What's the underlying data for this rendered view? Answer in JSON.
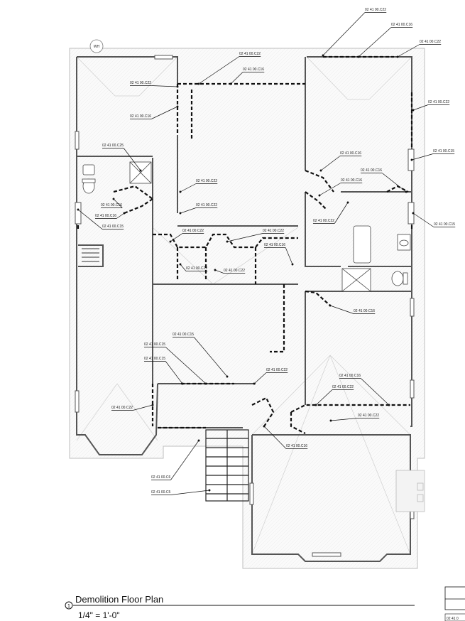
{
  "title": "Demolition Floor Plan",
  "scale": "1/4\" = 1'-0\"",
  "view_number": "1",
  "north_marker": "WH",
  "sheet_corner_label": "02 41 0",
  "keynotes": [
    "02 41 00.C22",
    "02 41 00.C16",
    "02 41 00.C22",
    "02 41 00.C22",
    "02 41 00.C16",
    "02 41 00.C22",
    "02 41 00.C16",
    "02 41 00.C22",
    "02 41 00.C15",
    "02 41 00.C25",
    "02 41 00.C22",
    "02 41 00.C22",
    "02 41 00.C16",
    "02 41 00.C16",
    "02 41 00.C16",
    "02 41 00.C22",
    "02 41 00.C15",
    "02 41 00.C15",
    "02 41 00.C16",
    "02 41 00.C16",
    "02 41 00.C22",
    "02 41 00.C22",
    "02 41 00.C16",
    "02 41 00.C22",
    "02 41 00.C22",
    "02 41 00.C16",
    "02 41 00.C15",
    "02 41 00.C15",
    "02 41 00.C15",
    "02 41 00.C22",
    "02 41 00.C16",
    "02 41 00.C22",
    "02 41 00.C22",
    "02 41 00.C22",
    "02 41 00.C16",
    "02 41 00.C6",
    "02 41 00.C5"
  ]
}
